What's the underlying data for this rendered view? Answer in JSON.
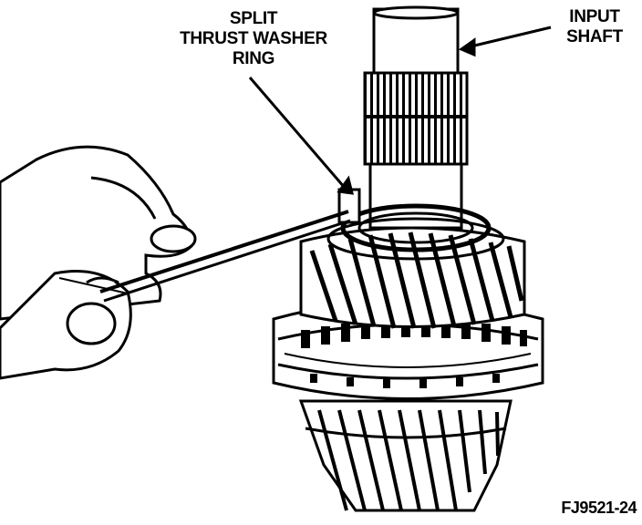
{
  "labels": {
    "split_thrust_washer_ring": [
      "SPLIT",
      "THRUST WASHER",
      "RING"
    ],
    "input_shaft": [
      "INPUT",
      "SHAFT"
    ]
  },
  "figure_code": "FJ9521-24",
  "colors": {
    "ink": "#000000",
    "paper": "#ffffff"
  }
}
